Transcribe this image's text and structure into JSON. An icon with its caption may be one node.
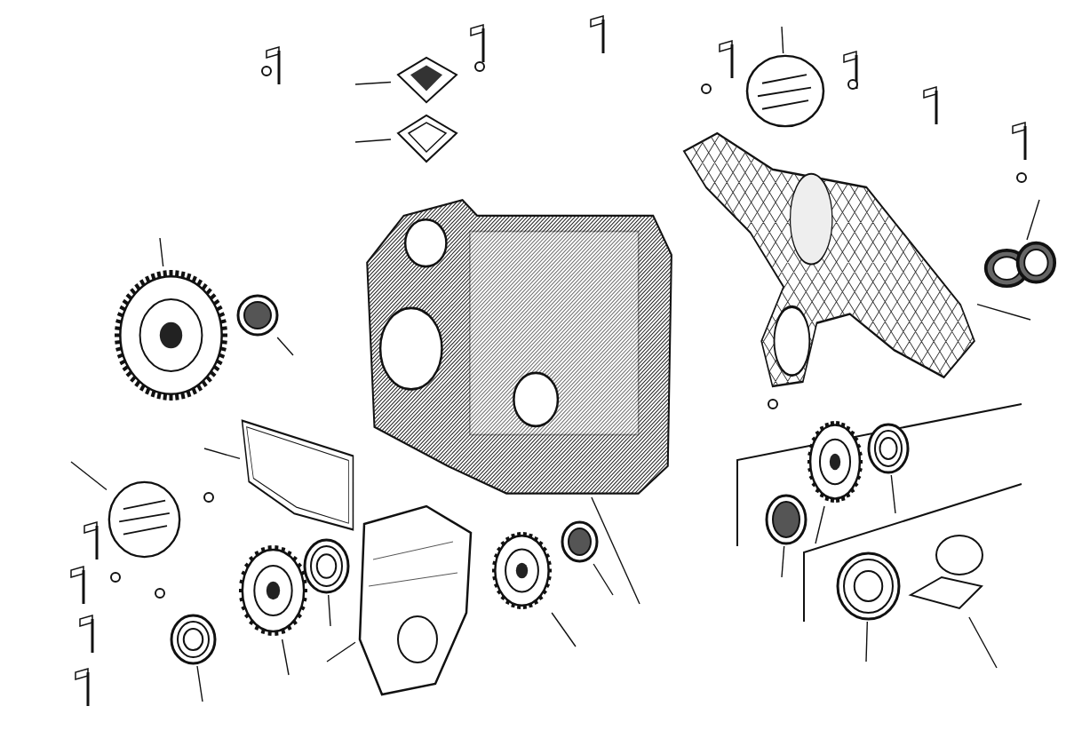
{
  "diagram": {
    "nodes": [
      {
        "text": [],
        "shape": "picture"
      },
      {
        "text": [],
        "shape": "picture"
      },
      {
        "text": [],
        "shape": "picture"
      },
      {
        "text": [],
        "shape": "picture"
      },
      {
        "text": [],
        "shape": "picture"
      },
      {
        "text": [],
        "shape": "picture"
      },
      {
        "text": [],
        "shape": "picture"
      },
      {
        "text": [],
        "shape": "picture"
      },
      {
        "text": [],
        "shape": "picture"
      },
      {
        "text": [],
        "shape": "picture"
      },
      {
        "text": [],
        "shape": "picture"
      },
      {
        "text": [],
        "shape": "picture"
      },
      {
        "text": [],
        "shape": "picture"
      },
      {
        "text": [],
        "shape": "picture"
      },
      {
        "text": [],
        "shape": "picture"
      },
      {
        "text": [],
        "shape": "picture"
      },
      {
        "text": [],
        "shape": "picture"
      },
      {
        "text": [],
        "shape": "picture"
      },
      {
        "text": [],
        "shape": "picture"
      },
      {
        "text": [],
        "shape": "picture"
      },
      {
        "text": [],
        "shape": "picture"
      }
    ],
    "edges": [
      {
        "from": null,
        "to": 0,
        "arrow": "none"
      },
      {
        "from": null,
        "to": 1,
        "arrow": "none"
      },
      {
        "from": null,
        "to": 2,
        "arrow": "none"
      },
      {
        "from": null,
        "to": 3,
        "arrow": "none"
      },
      {
        "from": null,
        "to": 4,
        "arrow": "none"
      },
      {
        "from": null,
        "to": 5,
        "arrow": "none"
      },
      {
        "from": null,
        "to": 6,
        "arrow": "none"
      },
      {
        "from": null,
        "to": 7,
        "arrow": "none"
      },
      {
        "from": null,
        "to": 8,
        "arrow": "none"
      },
      {
        "from": null,
        "to": 9,
        "arrow": "none"
      },
      {
        "from": null,
        "to": 10,
        "arrow": "none"
      },
      {
        "from": null,
        "to": 11,
        "arrow": "none"
      },
      {
        "from": null,
        "to": 12,
        "arrow": "none"
      },
      {
        "from": null,
        "to": 13,
        "arrow": "none"
      },
      {
        "from": null,
        "to": 14,
        "arrow": "none"
      },
      {
        "from": null,
        "to": 15,
        "arrow": "none"
      },
      {
        "from": null,
        "to": 16,
        "arrow": "none"
      },
      {
        "from": null,
        "to": 17,
        "arrow": "none"
      },
      {
        "from": null,
        "to": 18,
        "arrow": "none"
      },
      {
        "from": null,
        "to": 19,
        "arrow": "none"
      },
      {
        "from": null,
        "to": 20,
        "arrow": "none"
      }
    ]
  }
}
